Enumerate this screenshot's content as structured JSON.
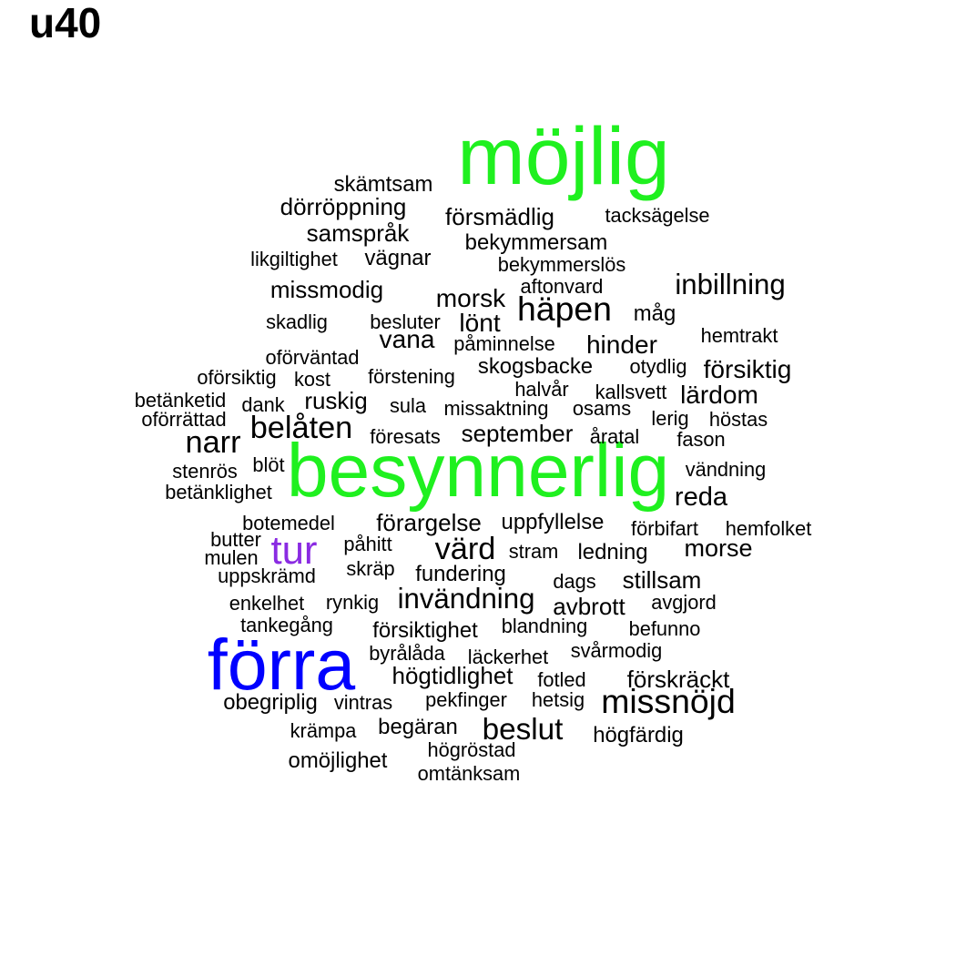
{
  "chart_data": {
    "type": "wordcloud",
    "title": "u40",
    "colors": {
      "default": "#000000",
      "green": "#1ff01f",
      "blue": "#0000ff",
      "purple": "#8a2be2"
    },
    "words": [
      {
        "text": "möjlig",
        "weight": 8.6,
        "color": "#1ff01f"
      },
      {
        "text": "besynnerlig",
        "weight": 7.9,
        "color": "#1ff01f"
      },
      {
        "text": "förra",
        "weight": 7.6,
        "color": "#0000ff"
      },
      {
        "text": "tur",
        "weight": 4.2,
        "color": "#8a2be2"
      },
      {
        "text": "häpen",
        "weight": 3.6
      },
      {
        "text": "missnöjd",
        "weight": 3.6
      },
      {
        "text": "belåten",
        "weight": 3.3
      },
      {
        "text": "narr",
        "weight": 3.3
      },
      {
        "text": "värd",
        "weight": 3.3
      },
      {
        "text": "beslut",
        "weight": 3.2
      },
      {
        "text": "inbillning",
        "weight": 3.0
      },
      {
        "text": "invändning",
        "weight": 3.0
      },
      {
        "text": "reda",
        "weight": 2.8
      },
      {
        "text": "morsk",
        "weight": 2.7
      },
      {
        "text": "lönt",
        "weight": 2.7
      },
      {
        "text": "vana",
        "weight": 2.7
      },
      {
        "text": "hinder",
        "weight": 2.7
      },
      {
        "text": "försiktig",
        "weight": 2.7
      },
      {
        "text": "lärdom",
        "weight": 2.7
      },
      {
        "text": "morse",
        "weight": 2.6
      },
      {
        "text": "försmädlig",
        "weight": 2.5
      },
      {
        "text": "dörröppning",
        "weight": 2.5
      },
      {
        "text": "samspråk",
        "weight": 2.5
      },
      {
        "text": "missmodig",
        "weight": 2.5
      },
      {
        "text": "ruskig",
        "weight": 2.5
      },
      {
        "text": "september",
        "weight": 2.5
      },
      {
        "text": "förargelse",
        "weight": 2.5
      },
      {
        "text": "högtidlighet",
        "weight": 2.5
      },
      {
        "text": "förskräckt",
        "weight": 2.5
      },
      {
        "text": "avbrott",
        "weight": 2.5
      },
      {
        "text": "stillsam",
        "weight": 2.5
      },
      {
        "text": "skämtsam",
        "weight": 2.3
      },
      {
        "text": "bekymmersam",
        "weight": 2.3
      },
      {
        "text": "skogsbacke",
        "weight": 2.3
      },
      {
        "text": "ledning",
        "weight": 2.3
      },
      {
        "text": "fundering",
        "weight": 2.3
      },
      {
        "text": "försiktighet",
        "weight": 2.3
      },
      {
        "text": "uppfyllelse",
        "weight": 2.3
      },
      {
        "text": "högfärdig",
        "weight": 2.3
      },
      {
        "text": "obegriplig",
        "weight": 2.3
      },
      {
        "text": "begäran",
        "weight": 2.3
      },
      {
        "text": "omöjlighet",
        "weight": 2.3
      },
      {
        "text": "måg",
        "weight": 2.3
      },
      {
        "text": "vägnar",
        "weight": 2.3
      },
      {
        "text": "tacksägelse",
        "weight": 2.1
      },
      {
        "text": "bekymmerslös",
        "weight": 2.1
      },
      {
        "text": "aftonvard",
        "weight": 2.1
      },
      {
        "text": "likgiltighet",
        "weight": 2.1
      },
      {
        "text": "skadlig",
        "weight": 2.1
      },
      {
        "text": "besluter",
        "weight": 2.1
      },
      {
        "text": "hemtrakt",
        "weight": 2.1
      },
      {
        "text": "påminnelse",
        "weight": 2.1
      },
      {
        "text": "oförväntad",
        "weight": 2.1
      },
      {
        "text": "otydlig",
        "weight": 2.1
      },
      {
        "text": "oförsiktig",
        "weight": 2.1
      },
      {
        "text": "kost",
        "weight": 2.1
      },
      {
        "text": "förstening",
        "weight": 2.1
      },
      {
        "text": "halvår",
        "weight": 2.1
      },
      {
        "text": "kallsvett",
        "weight": 2.1
      },
      {
        "text": "betänketid",
        "weight": 2.1
      },
      {
        "text": "dank",
        "weight": 2.1
      },
      {
        "text": "sula",
        "weight": 2.1
      },
      {
        "text": "missaktning",
        "weight": 2.1
      },
      {
        "text": "osams",
        "weight": 2.1
      },
      {
        "text": "oförrättad",
        "weight": 2.1
      },
      {
        "text": "lerig",
        "weight": 2.1
      },
      {
        "text": "höstas",
        "weight": 2.1
      },
      {
        "text": "föresats",
        "weight": 2.1
      },
      {
        "text": "åratal",
        "weight": 2.1
      },
      {
        "text": "fason",
        "weight": 2.1
      },
      {
        "text": "blöt",
        "weight": 2.1
      },
      {
        "text": "stenrös",
        "weight": 2.1
      },
      {
        "text": "vändning",
        "weight": 2.1
      },
      {
        "text": "betänklighet",
        "weight": 2.1
      },
      {
        "text": "botemedel",
        "weight": 2.1
      },
      {
        "text": "förbifart",
        "weight": 2.1
      },
      {
        "text": "hemfolket",
        "weight": 2.1
      },
      {
        "text": "butter",
        "weight": 2.1
      },
      {
        "text": "påhitt",
        "weight": 2.1
      },
      {
        "text": "mulen",
        "weight": 2.1
      },
      {
        "text": "stram",
        "weight": 2.1
      },
      {
        "text": "skräp",
        "weight": 2.1
      },
      {
        "text": "uppskrämd",
        "weight": 2.1
      },
      {
        "text": "dags",
        "weight": 2.1
      },
      {
        "text": "enkelhet",
        "weight": 2.1
      },
      {
        "text": "rynkig",
        "weight": 2.1
      },
      {
        "text": "avgjord",
        "weight": 2.1
      },
      {
        "text": "tankegång",
        "weight": 2.1
      },
      {
        "text": "blandning",
        "weight": 2.1
      },
      {
        "text": "befunno",
        "weight": 2.1
      },
      {
        "text": "byrålåda",
        "weight": 2.1
      },
      {
        "text": "läckerhet",
        "weight": 2.1
      },
      {
        "text": "svårmodig",
        "weight": 2.1
      },
      {
        "text": "fotled",
        "weight": 2.1
      },
      {
        "text": "vintras",
        "weight": 2.1
      },
      {
        "text": "pekfinger",
        "weight": 2.1
      },
      {
        "text": "hetsig",
        "weight": 2.1
      },
      {
        "text": "krämpa",
        "weight": 2.1
      },
      {
        "text": "högröstad",
        "weight": 2.1
      },
      {
        "text": "omtänksam",
        "weight": 2.1
      }
    ]
  }
}
